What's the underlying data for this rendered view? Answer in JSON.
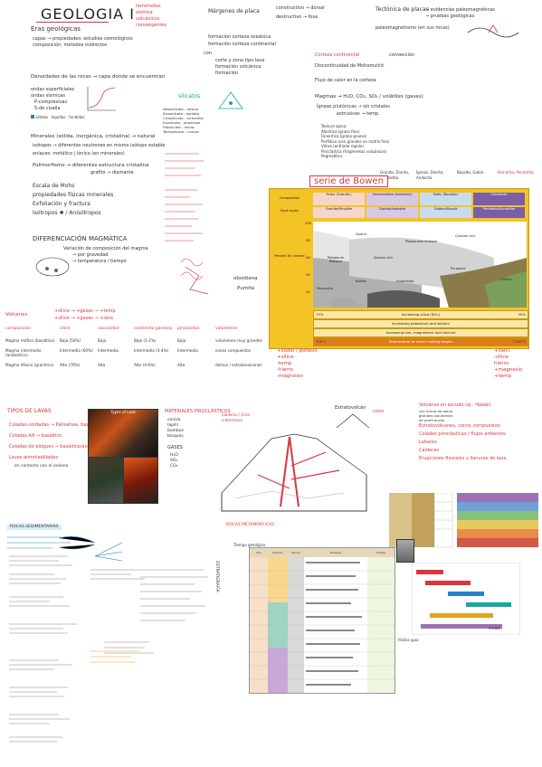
{
  "title": "GEOLOGIA I",
  "top_left": {
    "subtitle_items": [
      "Eras geológicas",
      "capas → propiedades: estudios sismológicos",
      "composición: métodos indirectos"
    ],
    "red_notes": [
      "terremotos",
      "sísmica",
      "volcánicos",
      "convergentes"
    ]
  },
  "top_mid": {
    "line1": "Márgenes de placa",
    "line1a": "constructivo → dorsal",
    "line1b": "destructivo → fosa",
    "bullet1": "formación corteza oceánica",
    "bullet2": "formación corteza continental",
    "cont_list": [
      "corte y zona tipo lava",
      "formación volcánica",
      "formación"
    ],
    "label_con": "con"
  },
  "top_right": {
    "line1": "Tectónica de placas",
    "a": "→ evidencias paleomagnéticas",
    "b": "→ pruebas geológicas",
    "c": "paleomagnetismo (en sus rocas)"
  },
  "density_line": "Densidades de las rocas → capa donde se encuentran",
  "waves": {
    "head": "ondas superficiales",
    "items": [
      "ondas sísmicas",
      "P-compresivas",
      "S-de cizalla"
    ],
    "legend": [
      "sólidas",
      "líquidas",
      "fundidas"
    ]
  },
  "silicates": {
    "title": "silicatos",
    "list": [
      "Nesosilicato - olivino",
      "Sorosilicato - epidota",
      "Ciclosilicato - turmalina",
      "Inosilicato - piroxenos",
      "Filosilicato - micas",
      "Tectosilicato - cuarzo"
    ]
  },
  "minerals": {
    "heading": "Minerales (sólida, inorgánica, cristalina) → natural",
    "isotops": "isótopos → diferentes neutrones en mismo isótopo estable",
    "enlaces": "enlaces: metálico | iónico (en minerales)",
    "poly": "Polimorfismo → diferentes estructura cristalina",
    "poly2": "grafito → diamante",
    "items": [
      "Escala de Mohs",
      "propiedades físicas minerales",
      "Exfoliación y fractura",
      "Isótropos ✺ / Anisótropos"
    ]
  },
  "difer": {
    "title": "DIFERENCIACIÓN MAGMÁTICA",
    "line1": "Variación de composición del magma",
    "line2": "→ por gravedad",
    "line3": "→ temperatura / tiempo"
  },
  "crust": {
    "head": "Corteza continental",
    "subhead": "convección",
    "item1": "Discontinuidad de Mohorovičić",
    "item2": "Flujo de calor en la corteza",
    "magmas": "Magmas → H₂O, CO₂, SO₂ / volátiles (gases)",
    "ig1": "Ígneas plutónicas → sin cristales",
    "ig2": "extrusivas → temp.",
    "textures": [
      "Textura ígnea:",
      "Afanítica (grano fino)",
      "Fanerítica (grano grueso)",
      "Porfídica (con grandes en matriz fina)",
      "Vítrea (enfriado rápido)",
      "Piroclástica (fragmentos volcánicos)",
      "Pegmatítica"
    ]
  },
  "bowen": {
    "title": "serie de Bowen",
    "composition_label": "Composition",
    "rock_label": "Rock types",
    "columns": [
      {
        "comp": "Felsic (Granitic)",
        "rock": "Granite/Rhyolite"
      },
      {
        "comp": "Intermediate (Andesitic)",
        "rock": "Diorite/Andesite"
      },
      {
        "comp": "Mafic (Basaltic)",
        "rock": "Gabbro/Basalt"
      },
      {
        "comp": "Ultramafic",
        "rock": "Peridotite/Komatiite"
      }
    ],
    "minerals": [
      "Quartz",
      "Plagioclase feldspar",
      "Calcium-rich",
      "Sodium-rich",
      "Potassium feldspar",
      "Pyroxene",
      "Biotite",
      "Amphibole",
      "Muscovite",
      "Olivine"
    ],
    "y_label": "Percent by volume",
    "y_ticks": [
      "100",
      "80",
      "60",
      "40",
      "20"
    ],
    "bars": [
      {
        "label": "Increasing silica (SiO₂)",
        "left": "75%",
        "right": "40%"
      },
      {
        "label": "Increasing potassium and sodium",
        "left": "",
        "right": ""
      },
      {
        "label": "Increasing iron, magnesium and calcium",
        "left": "",
        "right": ""
      },
      {
        "label": "Temperature at which melting begins",
        "left": "700°C",
        "right": "1200°C"
      }
    ],
    "left_notes": [
      "obsidiana",
      "Pumita"
    ],
    "left_red": [
      "+sodio / potasio",
      "+sílice",
      "-temp",
      "-hierro",
      "-magnesio"
    ],
    "right_red": [
      "+calci",
      "-sílice",
      "hierro",
      "+magnesio",
      "+temp"
    ],
    "top_labels": [
      "Granito, Diorita, Pegmatita",
      "Ígneas, Diorita, Andesita",
      "Basalto, Gabro",
      "Komatita, Peridotita"
    ]
  },
  "volcanism": {
    "head": "Volcanes",
    "table_cols": [
      "composición",
      "sílice",
      "viscosidad",
      "contenido gaseoso",
      "piroclastos",
      "volúmenes"
    ],
    "rows": [
      [
        "Magma máfico (basáltico)",
        "Baja (50%)",
        "Baja",
        "Bajo (1-2%)",
        "Baja",
        "volúmenes muy grandes"
      ],
      [
        "Magma intermedio (andesítico)",
        "Intermedia (60%)",
        "Intermedia",
        "Intermedio (3-4%)",
        "Intermedia",
        "conos compuestos"
      ],
      [
        "Magma félsico (granítico)",
        "Alta (70%)",
        "Alta",
        "Alto (4-6%)",
        "Alta",
        "domos / estratovolcanes"
      ]
    ],
    "red_left": [
      "+sílice → +gases → +temp",
      "+sílice → +gases → +lava"
    ]
  },
  "lava": {
    "head": "TIPOS DE LAVAS",
    "items": [
      "Coladas cordadas → Pahoehoe, basáltico",
      "Coladas AA → basáltico",
      "Coladas de bloques → basáltico/andesítico",
      "Lavas almohadilladas"
    ],
    "note": "en contacto con el océano",
    "photo_title": "Types of Lava",
    "piro_head": "MATERIALES PIROCLÁSTICOS",
    "piro_items": [
      "ceniza",
      "lapilli",
      "bombas",
      "bloques"
    ],
    "gases_head": "GASES",
    "gases": [
      "H₂O",
      "SO₂",
      "CO₂"
    ],
    "strato": "Estratovolcán",
    "cono": "cono",
    "calderas": "Calderas / Gran crátermesa"
  },
  "right_bottom": {
    "red1": "Volcanes en escudo (ej.: Hawái)",
    "red2": "Estratovolcanes, conos compuestos",
    "red3": "Coladas piroclásticas / flujos ardientes",
    "red4": "Lahares",
    "red5": "Calderas",
    "red6": "Erupciones fisurales y llanuras de lava",
    "small": [
      "con forma de domo",
      "grandes volúmenes",
      "de perfil ancho"
    ]
  },
  "bottom": {
    "sedimentary": "ROCAS SEDIMENTARIAS",
    "metamorphic": "ROCAS METAMÓRFICAS",
    "strat": "ESTRATIGRAFÍA",
    "geo_time": "Tiempo geológico",
    "table_headers": [
      "Era",
      "Periodo",
      "Época",
      "Eventos",
      "Fósiles"
    ],
    "bottom_labels": [
      "fósiles guía",
      "escala"
    ]
  },
  "colors": {
    "red": "#d9363e",
    "blue": "#2a7fc9",
    "teal": "#1aa6a0",
    "yellow": "#f4c326",
    "felsic": "#f6d6c9",
    "intermediate": "#d9c7e6",
    "mafic": "#c8dcef",
    "ultramafic": "#7b5ea7"
  }
}
